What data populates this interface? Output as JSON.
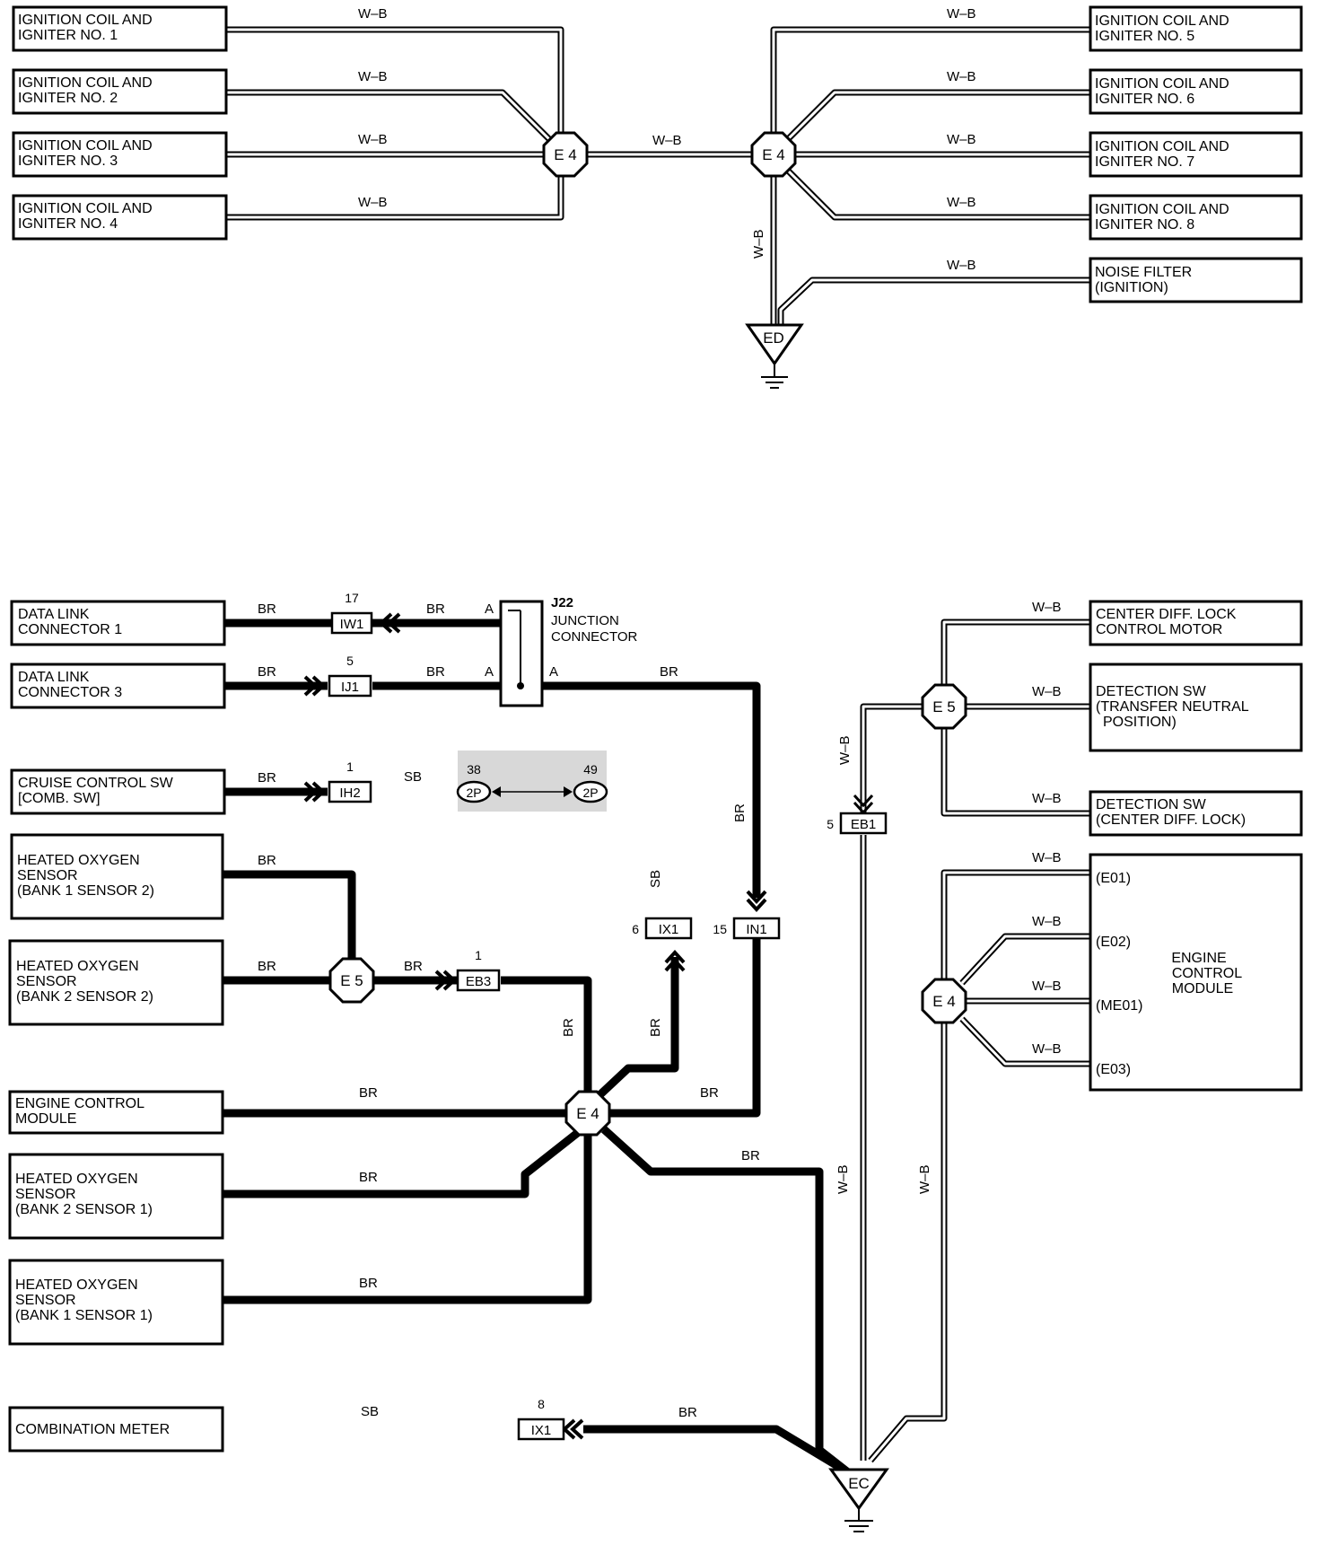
{
  "wire_colors": {
    "thin_wire": "W-B",
    "thick_wire": "BR"
  },
  "top_section": {
    "left_components": [
      {
        "line1": "IGNITION COIL AND",
        "line2": "IGNITER NO. 1"
      },
      {
        "line1": "IGNITION COIL AND",
        "line2": "IGNITER NO. 2"
      },
      {
        "line1": "IGNITION COIL AND",
        "line2": "IGNITER NO. 3"
      },
      {
        "line1": "IGNITION COIL AND",
        "line2": "IGNITER NO. 4"
      }
    ],
    "right_components": [
      {
        "line1": "IGNITION COIL AND",
        "line2": "IGNITER NO. 5"
      },
      {
        "line1": "IGNITION COIL AND",
        "line2": "IGNITER NO. 6"
      },
      {
        "line1": "IGNITION COIL AND",
        "line2": "IGNITER NO. 7"
      },
      {
        "line1": "IGNITION COIL AND",
        "line2": "IGNITER NO. 8"
      },
      {
        "line1": "NOISE FILTER",
        "line2": "(IGNITION)"
      }
    ],
    "splice_left": "E 4",
    "splice_right": "E 4",
    "ground": "ED",
    "wire_label": "W–B"
  },
  "bottom_left": {
    "components": {
      "dlc1": {
        "line1": "DATA LINK",
        "line2": "CONNECTOR 1"
      },
      "dlc3": {
        "line1": "DATA LINK",
        "line2": "CONNECTOR 3"
      },
      "cruise": {
        "line1": "CRUISE CONTROL SW",
        "line2": "[COMB.  SW]"
      },
      "ho2_b1s2": {
        "line1": "HEATED OXYGEN",
        "line2": "SENSOR",
        "line3": "(BANK 1 SENSOR 2)"
      },
      "ho2_b2s2": {
        "line1": "HEATED OXYGEN",
        "line2": "SENSOR",
        "line3": "(BANK 2 SENSOR 2)"
      },
      "ecm": {
        "line1": "ENGINE CONTROL",
        "line2": "MODULE"
      },
      "ho2_b2s1": {
        "line1": "HEATED OXYGEN",
        "line2": "SENSOR",
        "line3": "(BANK 2 SENSOR 1)"
      },
      "ho2_b1s1": {
        "line1": "HEATED OXYGEN",
        "line2": "SENSOR",
        "line3": "(BANK 1 SENSOR 1)"
      },
      "meter": {
        "line1": "COMBINATION METER"
      }
    },
    "junction": {
      "id": "J22",
      "line1": "JUNCTION",
      "line2": "CONNECTOR",
      "pin": "A"
    },
    "connectors": {
      "iw1": {
        "name": "IW1",
        "pin": "17"
      },
      "ij1": {
        "name": "IJ1",
        "pin": "5"
      },
      "ih2": {
        "name": "IH2",
        "pin": "1"
      },
      "eb3": {
        "name": "EB3",
        "pin": "1"
      },
      "ix1_top": {
        "name": "IX1",
        "pin": "6"
      },
      "in1": {
        "name": "IN1",
        "pin": "15"
      },
      "ix1_bottom": {
        "name": "IX1",
        "pin": "8"
      }
    },
    "shielded": {
      "left_pin": "38",
      "left_label": "2P",
      "right_pin": "49",
      "right_label": "2P"
    },
    "sb_labels": [
      "SB",
      "SB",
      "SB"
    ],
    "splices": {
      "e5": "E 5",
      "e4": "E 4"
    },
    "wire_label": "BR"
  },
  "bottom_right": {
    "components": {
      "motor": {
        "line1": "CENTER DIFF.  LOCK",
        "line2": "CONTROL MOTOR"
      },
      "det1": {
        "line1": "DETECTION SW",
        "line2": "(TRANSFER NEUTRAL",
        "line3": "POSITION)"
      },
      "det2": {
        "line1": "DETECTION SW",
        "line2": "(CENTER DIFF.  LOCK)"
      },
      "ecm": {
        "line1": "ENGINE",
        "line2": "CONTROL",
        "line3": "MODULE",
        "pins": [
          "(E01)",
          "(E02)",
          "(ME01)",
          "(E03)"
        ]
      }
    },
    "splices": {
      "e5": "E 5",
      "e4": "E 4"
    },
    "connector": {
      "name": "EB1",
      "pin": "5"
    },
    "ground": "EC",
    "wire_label": "W–B"
  }
}
